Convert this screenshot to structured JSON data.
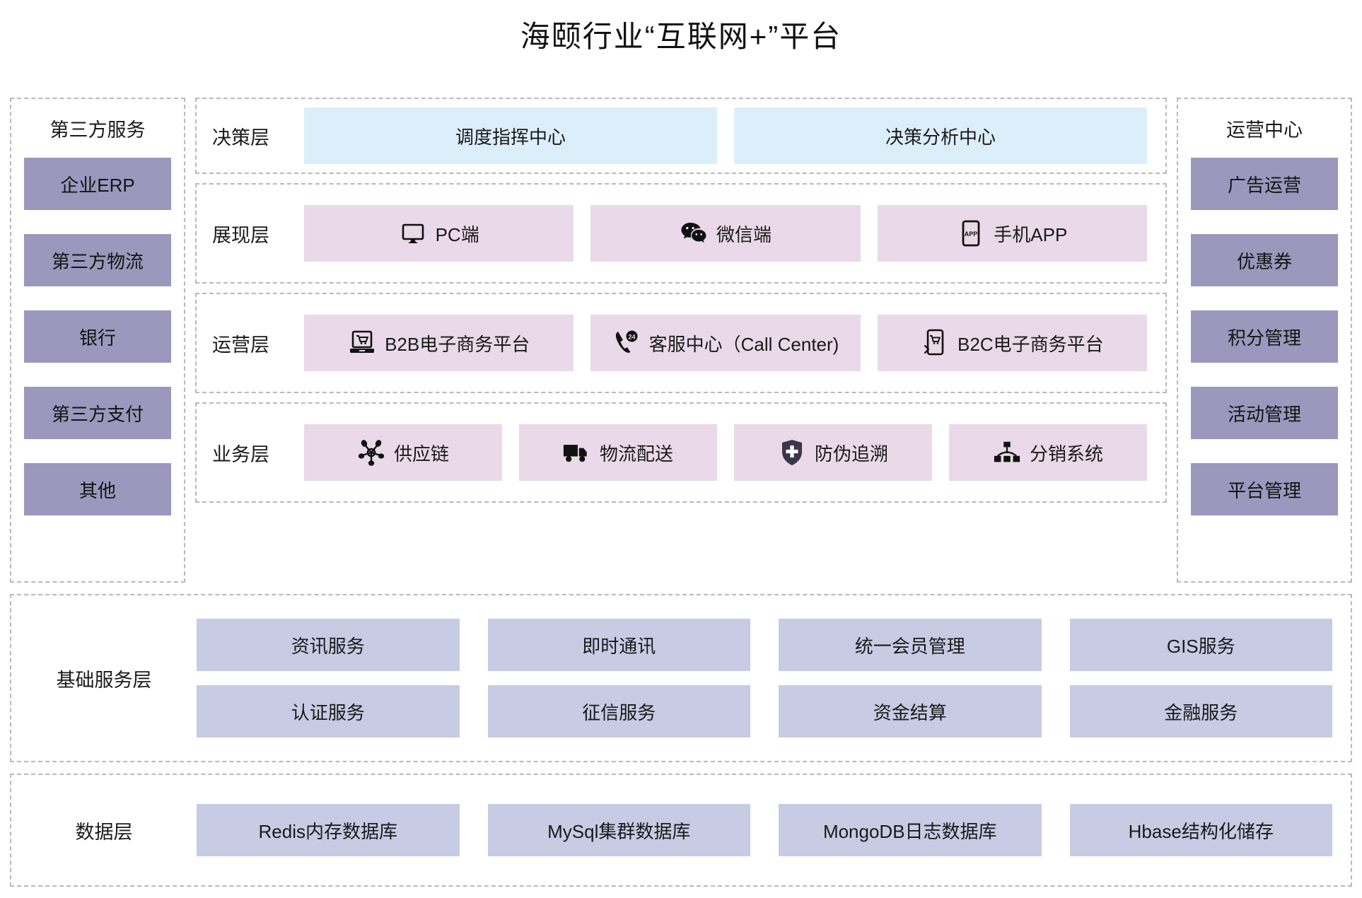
{
  "title": "海颐行业“互联网+”平台",
  "left_panel": {
    "heading": "第三方服务",
    "items": [
      {
        "label": "企业ERP"
      },
      {
        "label": "第三方物流"
      },
      {
        "label": "银行"
      },
      {
        "label": "第三方支付"
      },
      {
        "label": "其他"
      }
    ]
  },
  "right_panel": {
    "heading": "运营中心",
    "items": [
      {
        "label": "广告运营"
      },
      {
        "label": "优惠券"
      },
      {
        "label": "积分管理"
      },
      {
        "label": "活动管理"
      },
      {
        "label": "平台管理"
      }
    ]
  },
  "layers": {
    "decision": {
      "label": "决策层",
      "items": [
        {
          "label": "调度指挥中心",
          "icon": ""
        },
        {
          "label": "决策分析中心",
          "icon": ""
        }
      ]
    },
    "presentation": {
      "label": "展现层",
      "items": [
        {
          "label": "PC端",
          "icon": "monitor-icon"
        },
        {
          "label": "微信端",
          "icon": "wechat-icon"
        },
        {
          "label": "手机APP",
          "icon": "mobile-app-icon"
        }
      ]
    },
    "operation": {
      "label": "运营层",
      "items": [
        {
          "label": "B2B电子商务平台",
          "icon": "laptop-cart-icon"
        },
        {
          "label": "客服中心（Call Center)",
          "icon": "phone-24-icon"
        },
        {
          "label": "B2C电子商务平台",
          "icon": "mobile-cart-icon"
        }
      ]
    },
    "business": {
      "label": "业务层",
      "items": [
        {
          "label": "供应链",
          "icon": "network-nodes-icon"
        },
        {
          "label": "物流配送",
          "icon": "truck-icon"
        },
        {
          "label": "防伪追溯",
          "icon": "shield-plus-icon"
        },
        {
          "label": "分销系统",
          "icon": "hierarchy-icon"
        }
      ]
    }
  },
  "base_services": {
    "label": "基础服务层",
    "row1": [
      {
        "label": "资讯服务"
      },
      {
        "label": "即时通讯"
      },
      {
        "label": "统一会员管理"
      },
      {
        "label": "GIS服务"
      }
    ],
    "row2": [
      {
        "label": "认证服务"
      },
      {
        "label": "征信服务"
      },
      {
        "label": "资金结算"
      },
      {
        "label": "金融服务"
      }
    ]
  },
  "data_layer": {
    "label": "数据层",
    "items": [
      {
        "label": "Redis内存数据库"
      },
      {
        "label": "MySql集群数据库"
      },
      {
        "label": "MongoDB日志数据库"
      },
      {
        "label": "Hbase结构化储存"
      }
    ]
  },
  "colors": {
    "sidebar_box": "#9b97bd",
    "decision_box": "#ddeefb",
    "layer_box": "#e9d9e9",
    "base_box": "#c7cbe4",
    "dashed_border": "#b9b9b9"
  }
}
